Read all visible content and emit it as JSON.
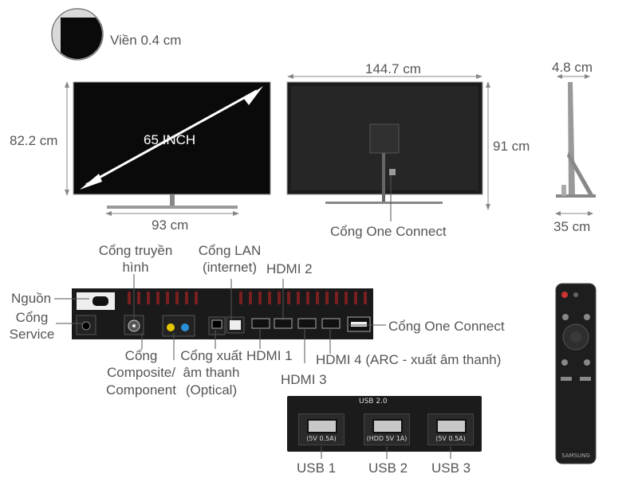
{
  "bezel": {
    "label": "Viền 0.4 cm"
  },
  "front": {
    "screen_label": "65 INCH",
    "height": "82.2 cm",
    "stand_width": "93 cm"
  },
  "back": {
    "width": "144.7 cm",
    "height": "91 cm",
    "connector": "Cổng One Connect"
  },
  "side": {
    "depth": "4.8 cm",
    "stand_depth": "35 cm"
  },
  "panel": {
    "power": "Nguồn",
    "service": [
      "Cổng",
      "Service"
    ],
    "antenna": [
      "Cổng truyền",
      "hình"
    ],
    "lan": [
      "Cổng LAN",
      "(internet)"
    ],
    "hdmi2": "HDMI 2",
    "one_connect": "Cổng One Connect",
    "composite": [
      "Cổng",
      "Composite/",
      "Component"
    ],
    "optical": [
      "Cổng xuất",
      "âm thanh",
      "(Optical)"
    ],
    "hdmi1": "HDMI 1",
    "hdmi3": "HDMI 3",
    "hdmi4": "HDMI 4 (ARC - xuất âm thanh)"
  },
  "usb": {
    "title": "USB 2.0",
    "ports": [
      {
        "label": "USB 1",
        "spec": "(5V 0.5A)"
      },
      {
        "label": "USB 2",
        "spec": "(HDD 5V 1A)"
      },
      {
        "label": "USB 3",
        "spec": "(5V 0.5A)"
      }
    ]
  },
  "remote": {
    "brand": "SAMSUNG"
  }
}
